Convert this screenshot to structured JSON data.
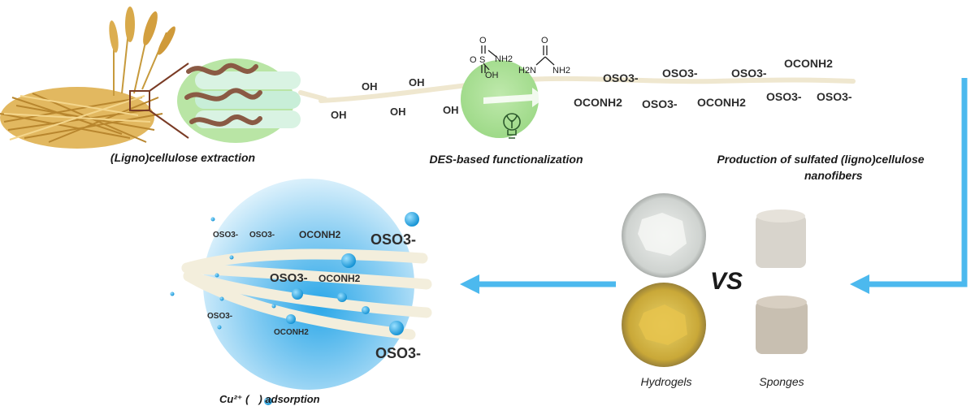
{
  "stages": {
    "extraction": "(Ligno)cellulose extraction",
    "functionalization": "DES-based functionalization",
    "production": [
      "Production of sulfated (ligno)cellulose",
      "nanofibers"
    ],
    "adsorption_prefix": "Cu²⁺ (",
    "adsorption_suffix": ") adsorption"
  },
  "chain": {
    "hydroxyl": [
      "OH",
      "OH",
      "OH",
      "OH",
      "OH",
      "OH"
    ],
    "functional": [
      "OSO3-",
      "OCONH2",
      "OSO3-",
      "OSO3-",
      "OCONH2",
      "OSO3-",
      "OCONH2",
      "OSO3-",
      "OSO3-"
    ]
  },
  "reagents": {
    "sulfamic": [
      "O",
      "S",
      "O",
      "NH2",
      "OH"
    ],
    "urea": [
      "O",
      "H2N",
      "NH2"
    ]
  },
  "materials": {
    "vs": "VS",
    "labels": [
      "Hydrogels",
      "Sponges"
    ]
  },
  "fiber_groups": [
    "OSO3-",
    "OSO3-",
    "OCONH2",
    "OSO3-",
    "OSO3-",
    "OCONH2",
    "OSO3-",
    "OCONH2",
    "OSO3-"
  ],
  "colors": {
    "arrow_blue": "#4cb9ee",
    "arrow_green": "#b7e4a0",
    "des_circle": "#a6de90",
    "ion_blue": "#1aa6e6",
    "fiber": "#f3eedc",
    "straw": "#d9a94a",
    "lignin": "#8a5a44"
  }
}
